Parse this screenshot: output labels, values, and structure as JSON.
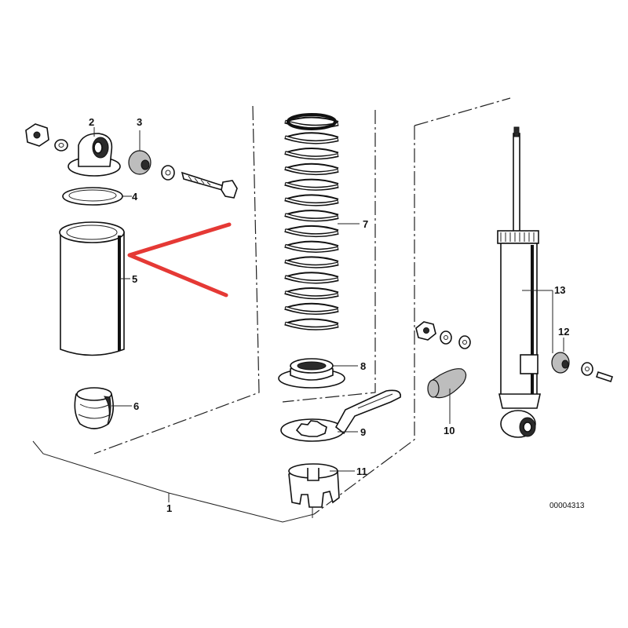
{
  "callouts": [
    {
      "id": "1",
      "label": "1"
    },
    {
      "id": "2",
      "label": "2"
    },
    {
      "id": "3",
      "label": "3"
    },
    {
      "id": "4",
      "label": "4"
    },
    {
      "id": "5",
      "label": "5"
    },
    {
      "id": "6",
      "label": "6"
    },
    {
      "id": "7",
      "label": "7"
    },
    {
      "id": "8",
      "label": "8"
    },
    {
      "id": "9",
      "label": "9"
    },
    {
      "id": "10",
      "label": "10"
    },
    {
      "id": "11",
      "label": "11"
    },
    {
      "id": "12",
      "label": "12"
    },
    {
      "id": "13",
      "label": "13"
    }
  ],
  "reference_number": "00004313",
  "highlight": {
    "color": "#e53935",
    "target": "5"
  }
}
